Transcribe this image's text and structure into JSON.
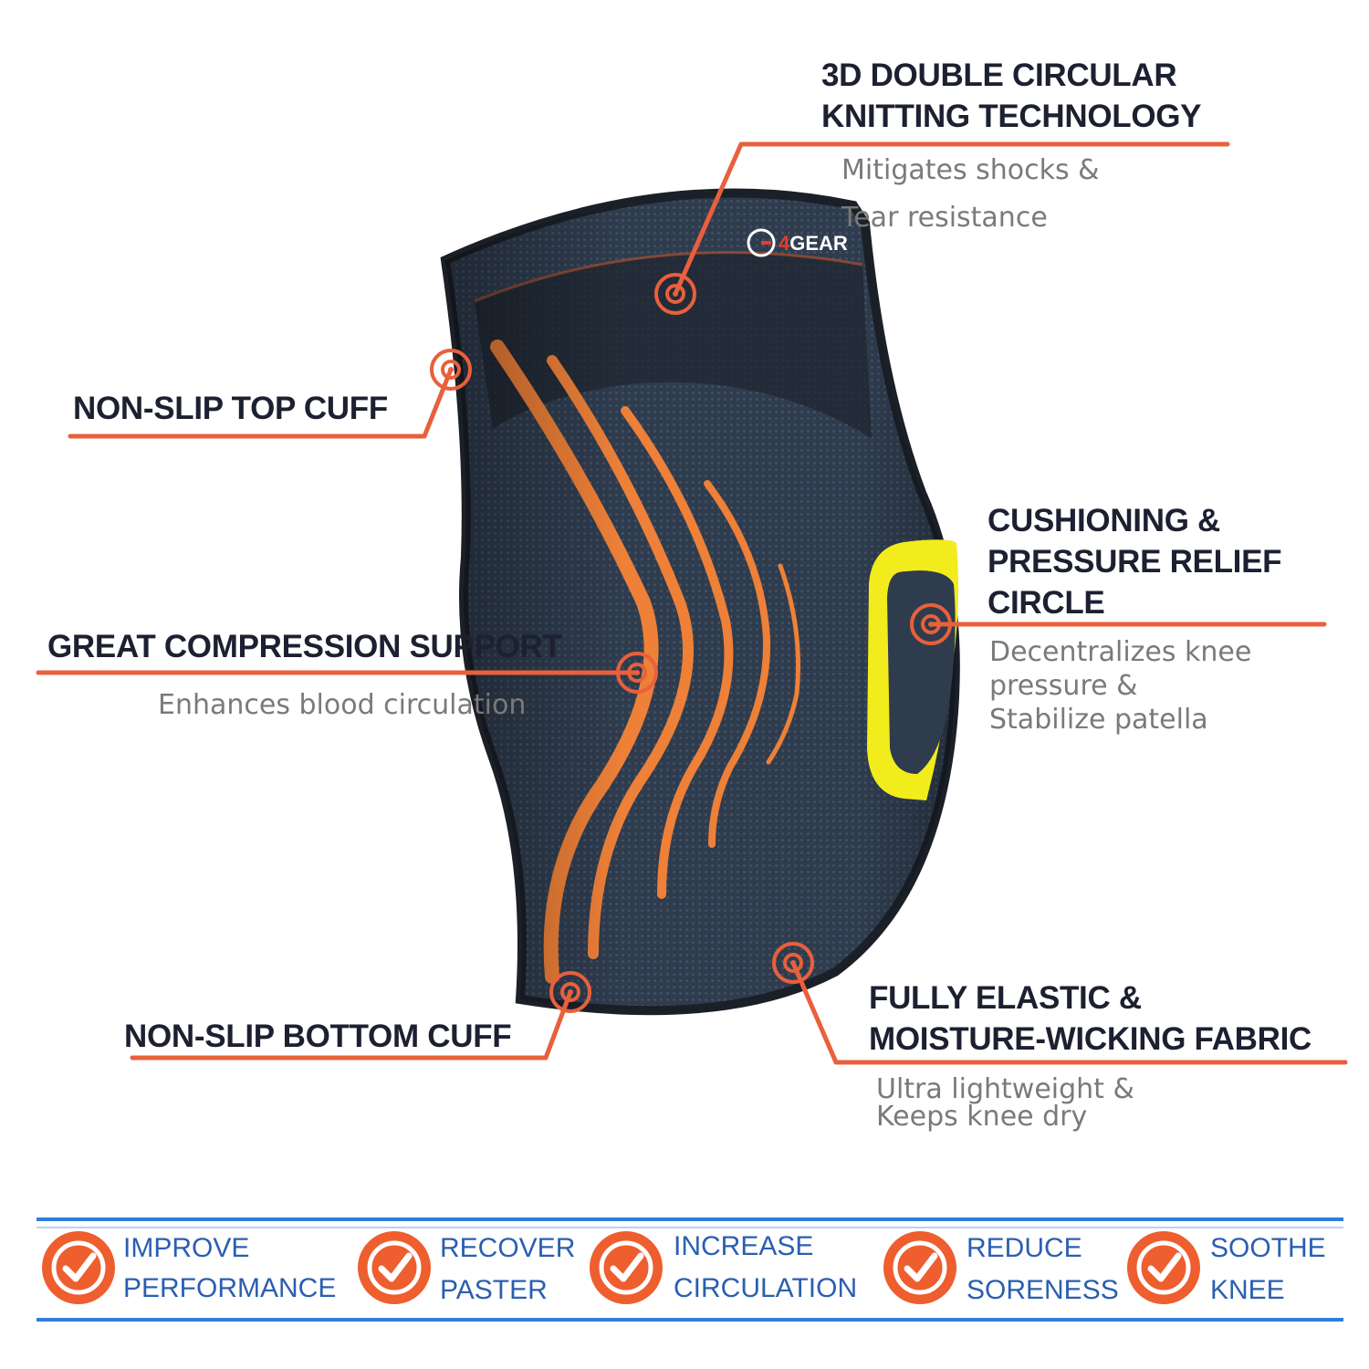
{
  "brand": {
    "logo_text": "4GEAR"
  },
  "colors": {
    "accent": "#e8603c",
    "sleeve": "#2d3a4b",
    "stripe": "#ee8038",
    "pad": "#f2ec1c",
    "heading": "#1c2030",
    "subtext": "#7a7a7a",
    "benefit_text": "#2a5fb0",
    "rule": "#2e7fd6"
  },
  "callouts": {
    "knitting": {
      "title_line1": "3D DOUBLE CIRCULAR",
      "title_line2": "KNITTING TECHNOLOGY",
      "desc_line1": "Mitigates shocks &",
      "desc_line2": "Tear resistance"
    },
    "top_cuff": {
      "title": "NON-SLIP TOP CUFF"
    },
    "compression": {
      "title": "GREAT COMPRESSION SUPPORT",
      "desc": "Enhances blood circulation"
    },
    "cushion": {
      "title_line1": "CUSHIONING &",
      "title_line2": "PRESSURE RELIEF",
      "title_line3": "CIRCLE",
      "desc_line1": "Decentralizes knee",
      "desc_line2": "pressure &",
      "desc_line3": "Stabilize patella"
    },
    "bottom_cuff": {
      "title": "NON-SLIP BOTTOM CUFF"
    },
    "fabric": {
      "title_line1": "FULLY ELASTIC &",
      "title_line2": "MOISTURE-WICKING FABRIC",
      "desc_line1": "Ultra lightweight &",
      "desc_line2": "Keeps knee dry"
    }
  },
  "benefits": [
    {
      "line1": "IMPROVE",
      "line2": "PERFORMANCE",
      "icon": "check-circle-icon"
    },
    {
      "line1": "RECOVER",
      "line2": "PASTER",
      "icon": "check-circle-icon"
    },
    {
      "line1": "INCREASE",
      "line2": "CIRCULATION",
      "icon": "check-circle-icon"
    },
    {
      "line1": "REDUCE",
      "line2": "SORENESS",
      "icon": "check-circle-icon"
    },
    {
      "line1": "SOOTHE",
      "line2": "KNEE",
      "icon": "check-circle-icon"
    }
  ]
}
